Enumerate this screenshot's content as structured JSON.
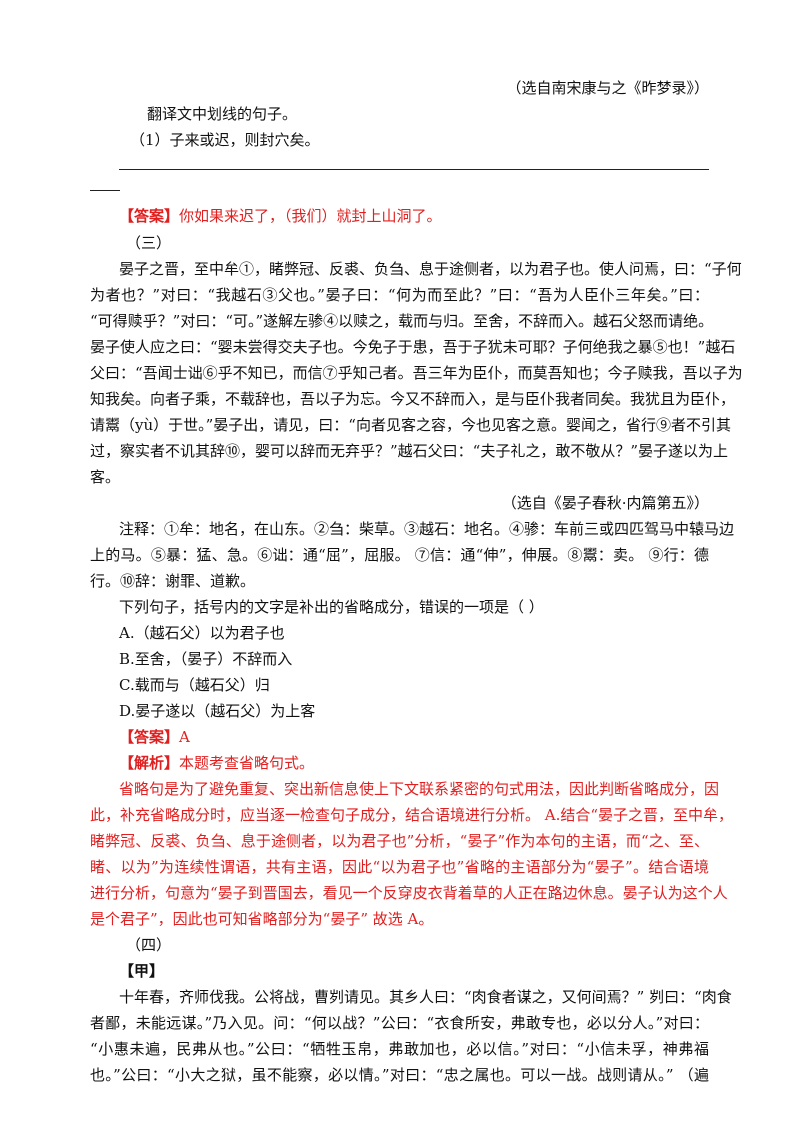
{
  "source1": "（选自南宋康与之《昨梦录》）",
  "task1": "翻译文中划线的句子。",
  "q1": "（1）子来或迟，则封穴矣。",
  "answer1_tag": "【答案】",
  "answer1_text": "你如果来迟了，（我们）就封上山洞了。",
  "section3": "（三）",
  "p3": [
    "晏子之晋，至中牟①，睹弊冠、反裘、负刍、息于途侧者，以为君子也。使人问焉，曰：“子何",
    "为者也？”对曰：“我越石③父也。”晏子曰：“何为而至此？”曰：“吾为人臣仆三年矣。”曰：",
    "“可得赎乎？”对曰：“可。”遂解左骖④以赎之，载而与归。至舍，不辞而入。越石父怒而请绝。",
    "晏子使人应之曰：“婴未尝得交夫子也。今免子于患，吾于子犹未可耶？子何绝我之暴⑤也！”越石",
    "父曰：“吾闻士诎⑥乎不知已，而信⑦乎知己者。吾三年为臣仆，而莫吾知也；今子赎我，吾以子为",
    "知我矣。向者子乘，不载辞也，吾以子为忘。今又不辞而入，是与臣仆我者同矣。我犹且为臣仆，",
    "请鬻（yù）于世。”晏子出，请见，曰：“向者见客之容，今也见客之意。婴闻之，省行⑨者不引其",
    "过，察实者不讥其辞⑩，婴可以辞而无弃乎？”越石父曰：“夫子礼之，敢不敬从？”晏子遂以为上",
    "客。"
  ],
  "source3": "（选自《晏子春秋·内篇第五》）",
  "notes": [
    "注释：①牟：地名，在山东。②刍：柴草。③越石：地名。④骖：车前三或四匹驾马中辕马边",
    "上的马。⑤暴：猛、急。⑥诎：通“屈”，屈服。 ⑦信：通“伸”，伸展。⑧鬻：卖。 ⑨行：德",
    "行。⑩辞：谢罪、道歉。"
  ],
  "question": "下列句子，括号内的文字是补出的省略成分，错误的一项是（    ）",
  "options": [
    "A.（越石父）以为君子也",
    "B.至舍，（晏子）不辞而入",
    "C.载而与（越石父）归",
    "D.晏子遂以（越石父）为上客"
  ],
  "answer2_tag": "【答案】",
  "answer2_text": "A",
  "analysis_tag": "【解析】",
  "analysis_head": "本题考查省略句式。",
  "analysis": [
    "省略句是为了避免重复、突出新信息使上下文联系紧密的句式用法，因此判断省略成分，因",
    "此，补充省略成分时，应当逐一检查句子成分，结合语境进行分析。 A.结合“晏子之晋，至中牟，",
    "睹弊冠、反裘、负刍、息于途侧者，以为君子也”分析，“晏子”作为本句的主语，而“之、至、",
    "睹、以为”为连续性谓语，共有主语，因此“以为君子也”省略的主语部分为“晏子”。结合语境",
    "进行分析，句意为“晏子到晋国去，看见一个反穿皮衣背着草的人正在路边休息。晏子认为这个人",
    "是个君子”，因此也可知省略部分为“晏子” 故选 A。"
  ],
  "section4": "（四）",
  "jia": "【甲】",
  "p4": [
    "十年春，齐师伐我。公将战，曹刿请见。其乡人曰：“肉食者谋之，又何间焉？” 刿曰：“肉食",
    "者鄙，未能远谋。”乃入见。问：“何以战？”公曰：“衣食所安，弗敢专也，必以分人。”对曰：",
    "“小惠未遍，民弗从也。”公曰：“牺牲玉帛，弗敢加也，必以信。”对曰：“小信未孚，神弗福",
    "也。”公曰：“小大之狱，虽不能察，必以情。”对曰：“忠之属也。可以一战。战则请从。” （遍"
  ]
}
